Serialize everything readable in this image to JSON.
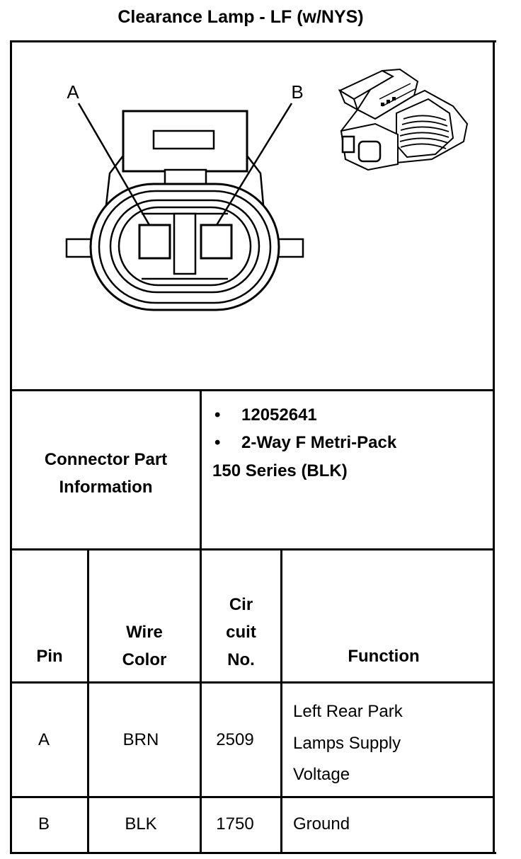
{
  "title": "Clearance Lamp - LF (w/NYS)",
  "diagram": {
    "label_a": "A",
    "label_b": "B"
  },
  "connector": {
    "label_line1": "Connector Part",
    "label_line2": "Information",
    "bullet": "•",
    "part_number": "12052641",
    "desc_line1": "2-Way F Metri-Pack",
    "desc_line2": "150 Series (BLK)"
  },
  "table": {
    "headers": {
      "pin": "Pin",
      "wire_l1": "Wire",
      "wire_l2": "Color",
      "circuit_l1": "Cir",
      "circuit_l2": "cuit",
      "circuit_l3": "No.",
      "function": "Function"
    },
    "rows": [
      {
        "pin": "A",
        "color": "BRN",
        "circuit": "2509",
        "function_l1": "Left Rear Park",
        "function_l2": "Lamps Supply",
        "function_l3": "Voltage"
      },
      {
        "pin": "B",
        "color": "BLK",
        "circuit": "1750",
        "function_l1": "Ground"
      }
    ]
  }
}
